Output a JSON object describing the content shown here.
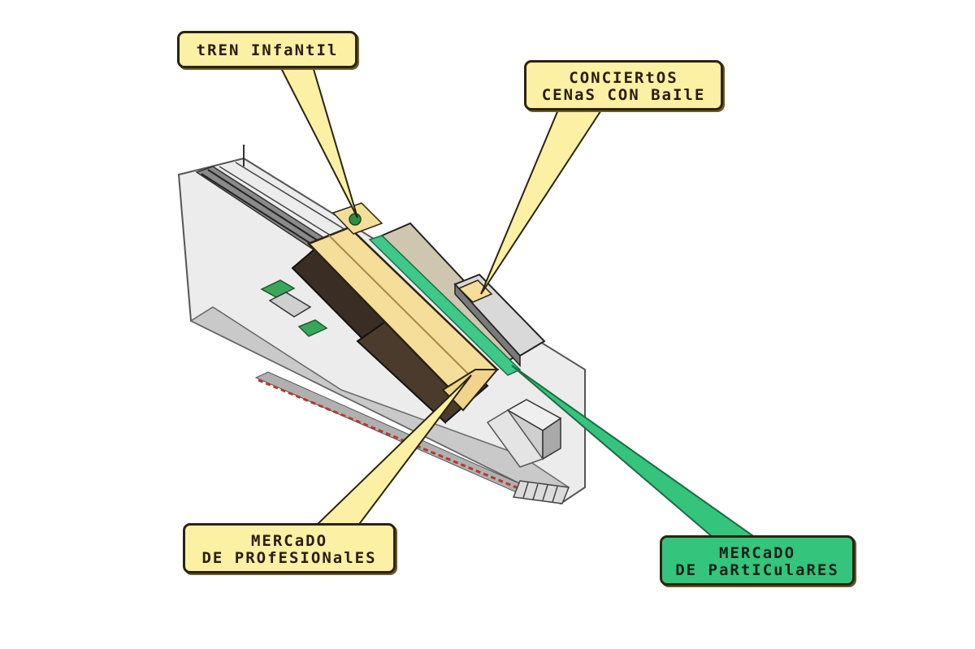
{
  "labels": {
    "tren": {
      "lines": [
        "tREN INfaNtIl"
      ]
    },
    "conciertos": {
      "lines": [
        "CONCIERtOS",
        "CENaS CON BaIlE"
      ]
    },
    "profesionales": {
      "lines": [
        "MERCaDO",
        "DE PROfESIONalES"
      ]
    },
    "particulares": {
      "lines": [
        "MERCaDO",
        "DE PaRtICulaRES"
      ]
    }
  },
  "colors": {
    "callout_yellow": "#fbf0a4",
    "callout_green": "#35c47c",
    "roof": "#f5dd9a",
    "ground": "#d4d4d4",
    "track_red": "#b5382e"
  }
}
